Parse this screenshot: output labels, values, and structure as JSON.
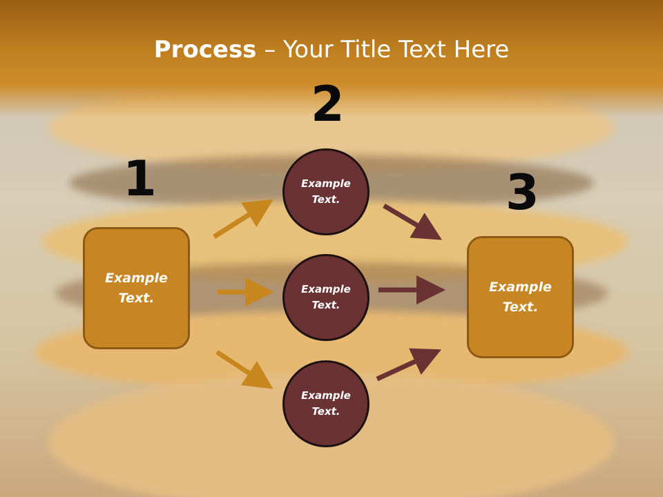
{
  "slide": {
    "title_bold": "Process",
    "title_rest": " – Your Title Text Here"
  },
  "steps": {
    "n1": "1",
    "n2": "2",
    "n3": "3"
  },
  "boxes": {
    "left": "Example Text.",
    "right": "Example Text."
  },
  "circles": {
    "top": "Example Text.",
    "middle": "Example Text.",
    "bottom": "Example Text."
  },
  "colors": {
    "header": "#c0801f",
    "box_fill": "#c88524",
    "circle_fill": "#6a3232",
    "arrow_orange": "#c8861f",
    "arrow_brown": "#6a3232"
  }
}
